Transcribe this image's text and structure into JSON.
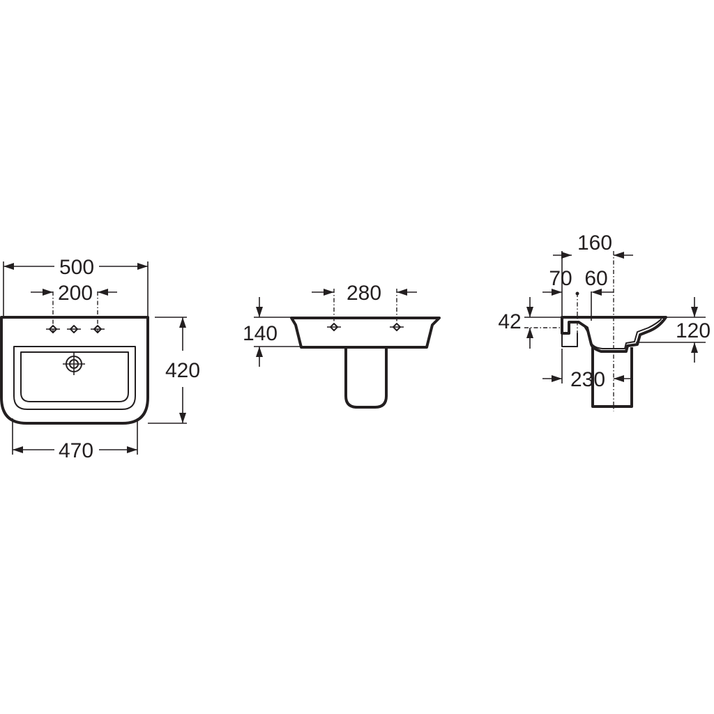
{
  "front_view": {
    "width_top": "500",
    "tap_spacing": "200",
    "depth": "420",
    "width_bottom": "470"
  },
  "pedestal_view": {
    "fixing_spacing": "280",
    "fixing_height": "140"
  },
  "side_view": {
    "overall": "160",
    "left_offset": "70",
    "right_offset": "60",
    "rim_thickness": "42",
    "bowl_height": "120",
    "pedestal_depth": "230"
  },
  "colors": {
    "ink": "#231f20",
    "paper": "#ffffff"
  }
}
